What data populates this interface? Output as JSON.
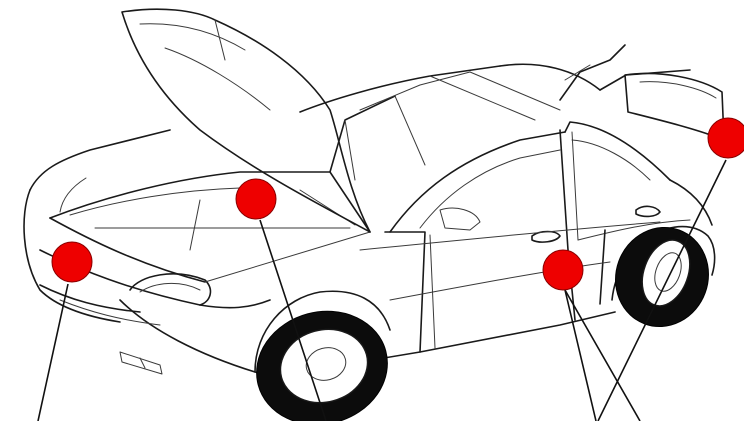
{
  "diagram": {
    "subject": "car-line-drawing-with-open-hood",
    "colors": {
      "marker": "#ee0000",
      "ink": "#1a1a1a",
      "tire": "#0c0c0c",
      "background": "#ffffff"
    },
    "marker_count": 4,
    "markers": [
      {
        "id": "front-bumper-marker"
      },
      {
        "id": "engine-bay-marker"
      },
      {
        "id": "rear-door-marker"
      },
      {
        "id": "trunk-marker"
      }
    ]
  }
}
